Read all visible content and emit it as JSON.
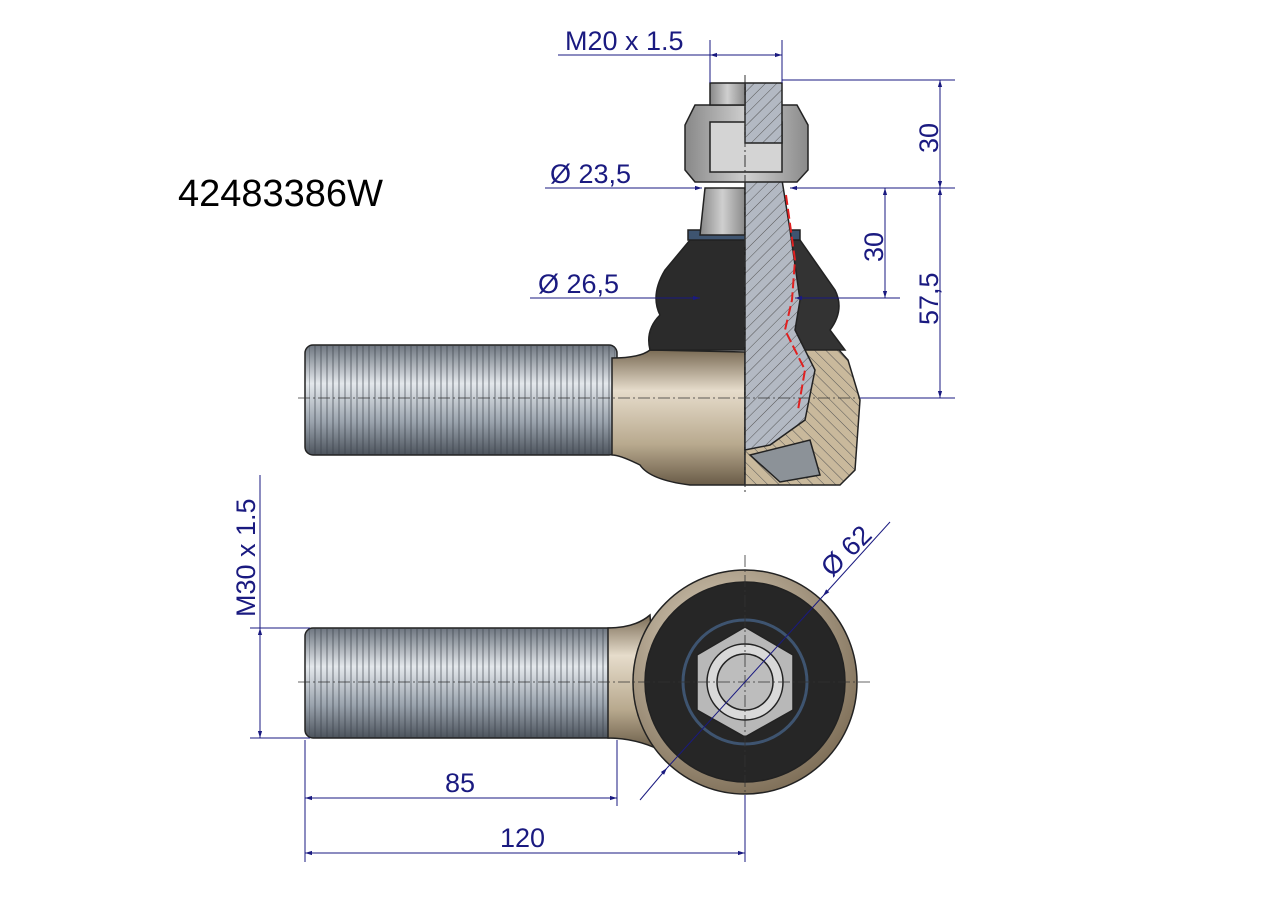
{
  "part_number": "42483386W",
  "dimensions": {
    "stud_thread": "M20 x 1.5",
    "stud_diameter_top": "Ø 23,5",
    "stud_diameter_bottom": "Ø 26,5",
    "thread_length": "30",
    "taper_length": "30",
    "stud_height": "57,5",
    "housing_diameter": "Ø 62",
    "shank_thread": "M30 x 1.5",
    "thread_length_shank": "85",
    "overall_length": "120"
  },
  "colors": {
    "dimension": "#1a1a80",
    "housing": "#b8a98e",
    "boot": "#2a2a2a",
    "thread": "#9aa3ad"
  }
}
